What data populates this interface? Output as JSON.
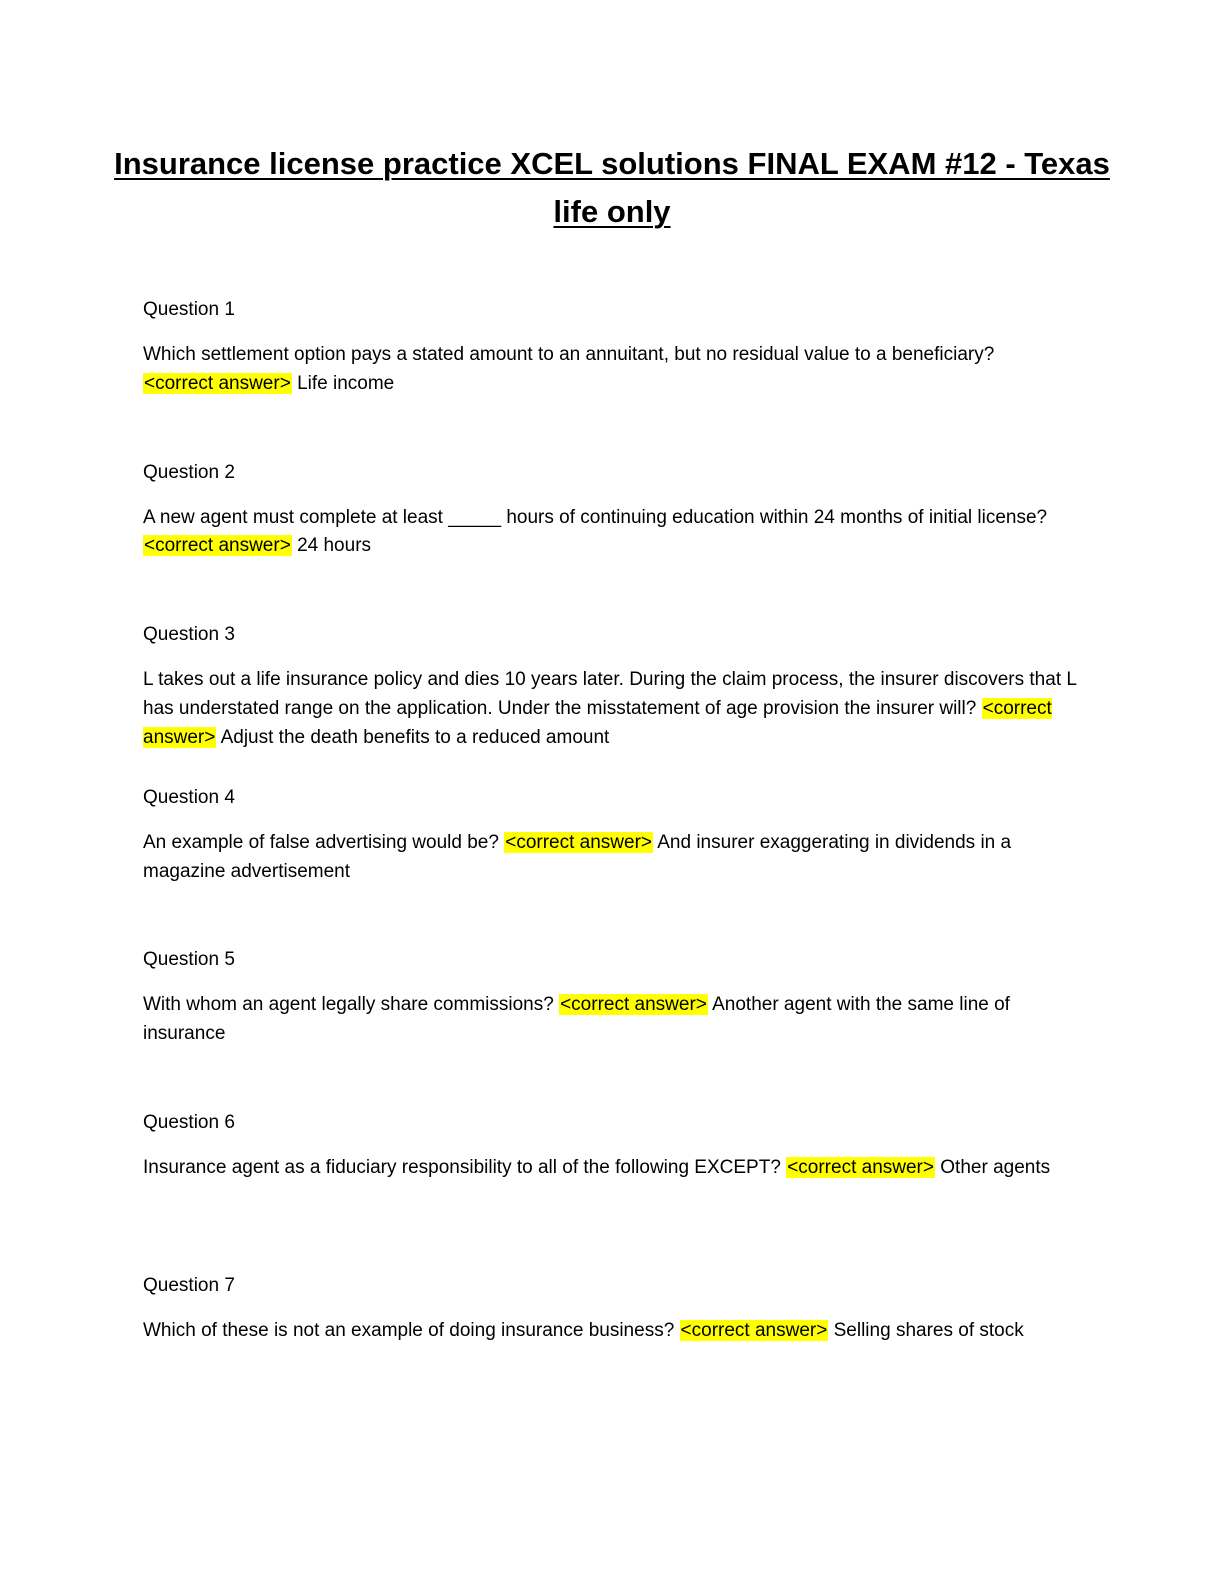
{
  "document": {
    "title": "Insurance license practice XCEL solutions FINAL EXAM #12 - Texas life only",
    "answer_marker": "<correct answer>",
    "highlight_color": "#ffff00"
  },
  "questions": [
    {
      "label": "Question 1",
      "prompt": "Which settlement option pays a stated amount to an annuitant, but no residual value to a beneficiary?",
      "answer": "Life income"
    },
    {
      "label": "Question 2",
      "prompt": "A new agent must complete at least _____ hours of continuing education within 24 months of initial license?",
      "answer": "24 hours"
    },
    {
      "label": "Question 3",
      "prompt": "L takes out a life insurance policy and dies 10 years later. During the claim process, the insurer discovers that L has understated range on the application. Under the misstatement of age provision the insurer will?",
      "answer": "Adjust the death benefits to a reduced amount"
    },
    {
      "label": "Question 4",
      "prompt": "An example of false advertising would be?",
      "answer": "And insurer exaggerating in dividends in a magazine advertisement"
    },
    {
      "label": "Question 5",
      "prompt": "With whom an agent legally share commissions?",
      "answer": "Another agent with the same line of insurance"
    },
    {
      "label": "Question 6",
      "prompt": "Insurance agent as a fiduciary responsibility to all of the following EXCEPT?",
      "answer": "Other agents"
    },
    {
      "label": "Question 7",
      "prompt": "Which of these is not an example of doing insurance business?",
      "answer": "Selling shares of stock"
    }
  ]
}
